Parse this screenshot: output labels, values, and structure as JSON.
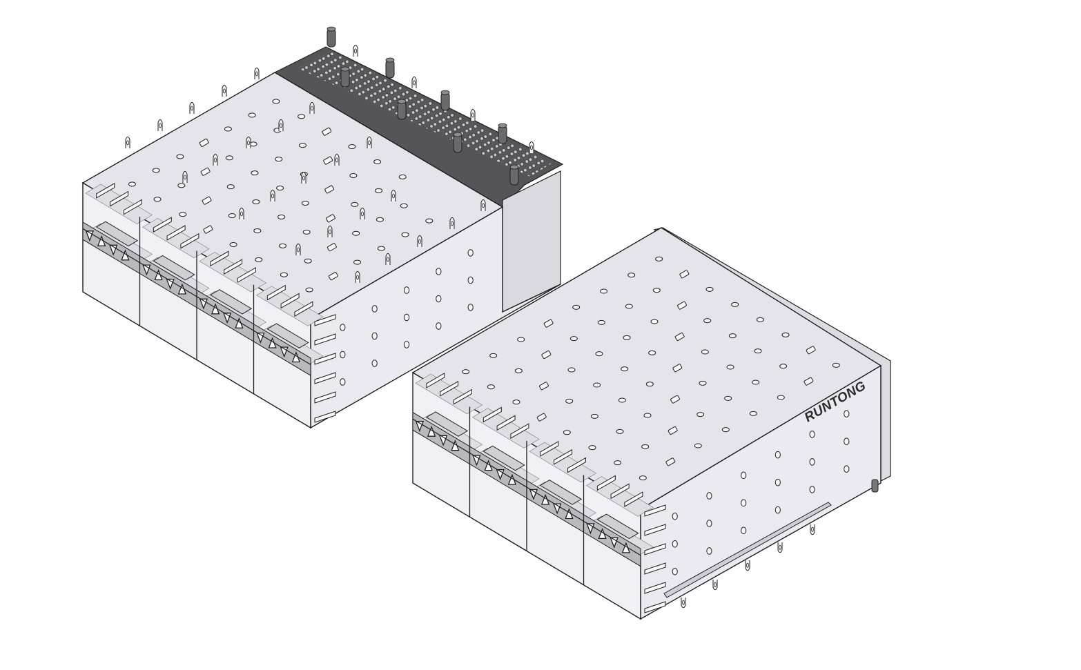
{
  "brand": {
    "text": "RUNTONG"
  },
  "assemblies": [
    {
      "id": "cage-left",
      "view": "rear-isometric",
      "ports": 8,
      "pins_visible": true
    },
    {
      "id": "cage-right",
      "view": "front-isometric",
      "ports": 8,
      "pins_visible": false
    }
  ],
  "colors": {
    "sheet_metal": "#eaeaf0",
    "sheet_metal_top": "#e4e4ea",
    "cell_interior": "#f1f1f5",
    "cell_back": "#dddde3",
    "latch_band": "#b9b9bd",
    "rear_connector": "#555558",
    "line": "#1e1e1e"
  }
}
